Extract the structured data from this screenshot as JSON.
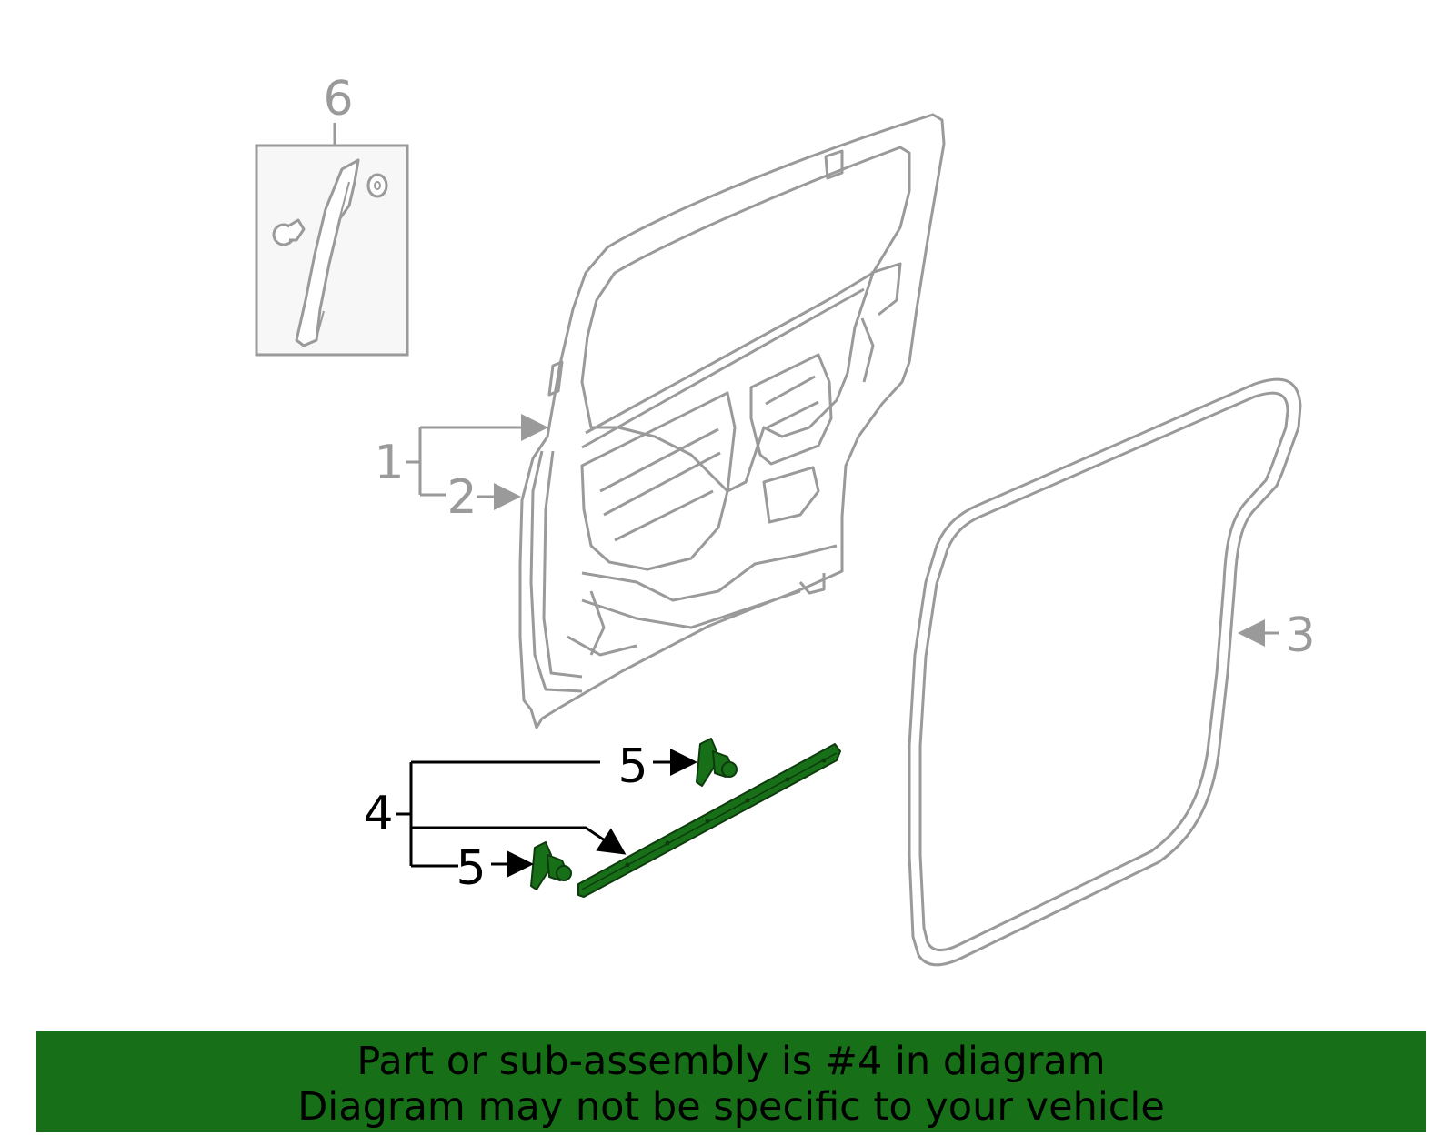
{
  "diagram": {
    "callouts": {
      "door_shell": "1",
      "door_frame": "2",
      "weatherstrip": "3",
      "lower_seal_assembly": "4",
      "clip_upper": "5",
      "clip_lower": "5",
      "inset_molding": "6"
    },
    "colors": {
      "context_part": "#9a9a9a",
      "highlight_part": "#177017",
      "banner_bg": "#177017"
    }
  },
  "banner": {
    "line1": "Part or sub-assembly is #4 in diagram",
    "line2": "Diagram may not be specific to your vehicle"
  }
}
